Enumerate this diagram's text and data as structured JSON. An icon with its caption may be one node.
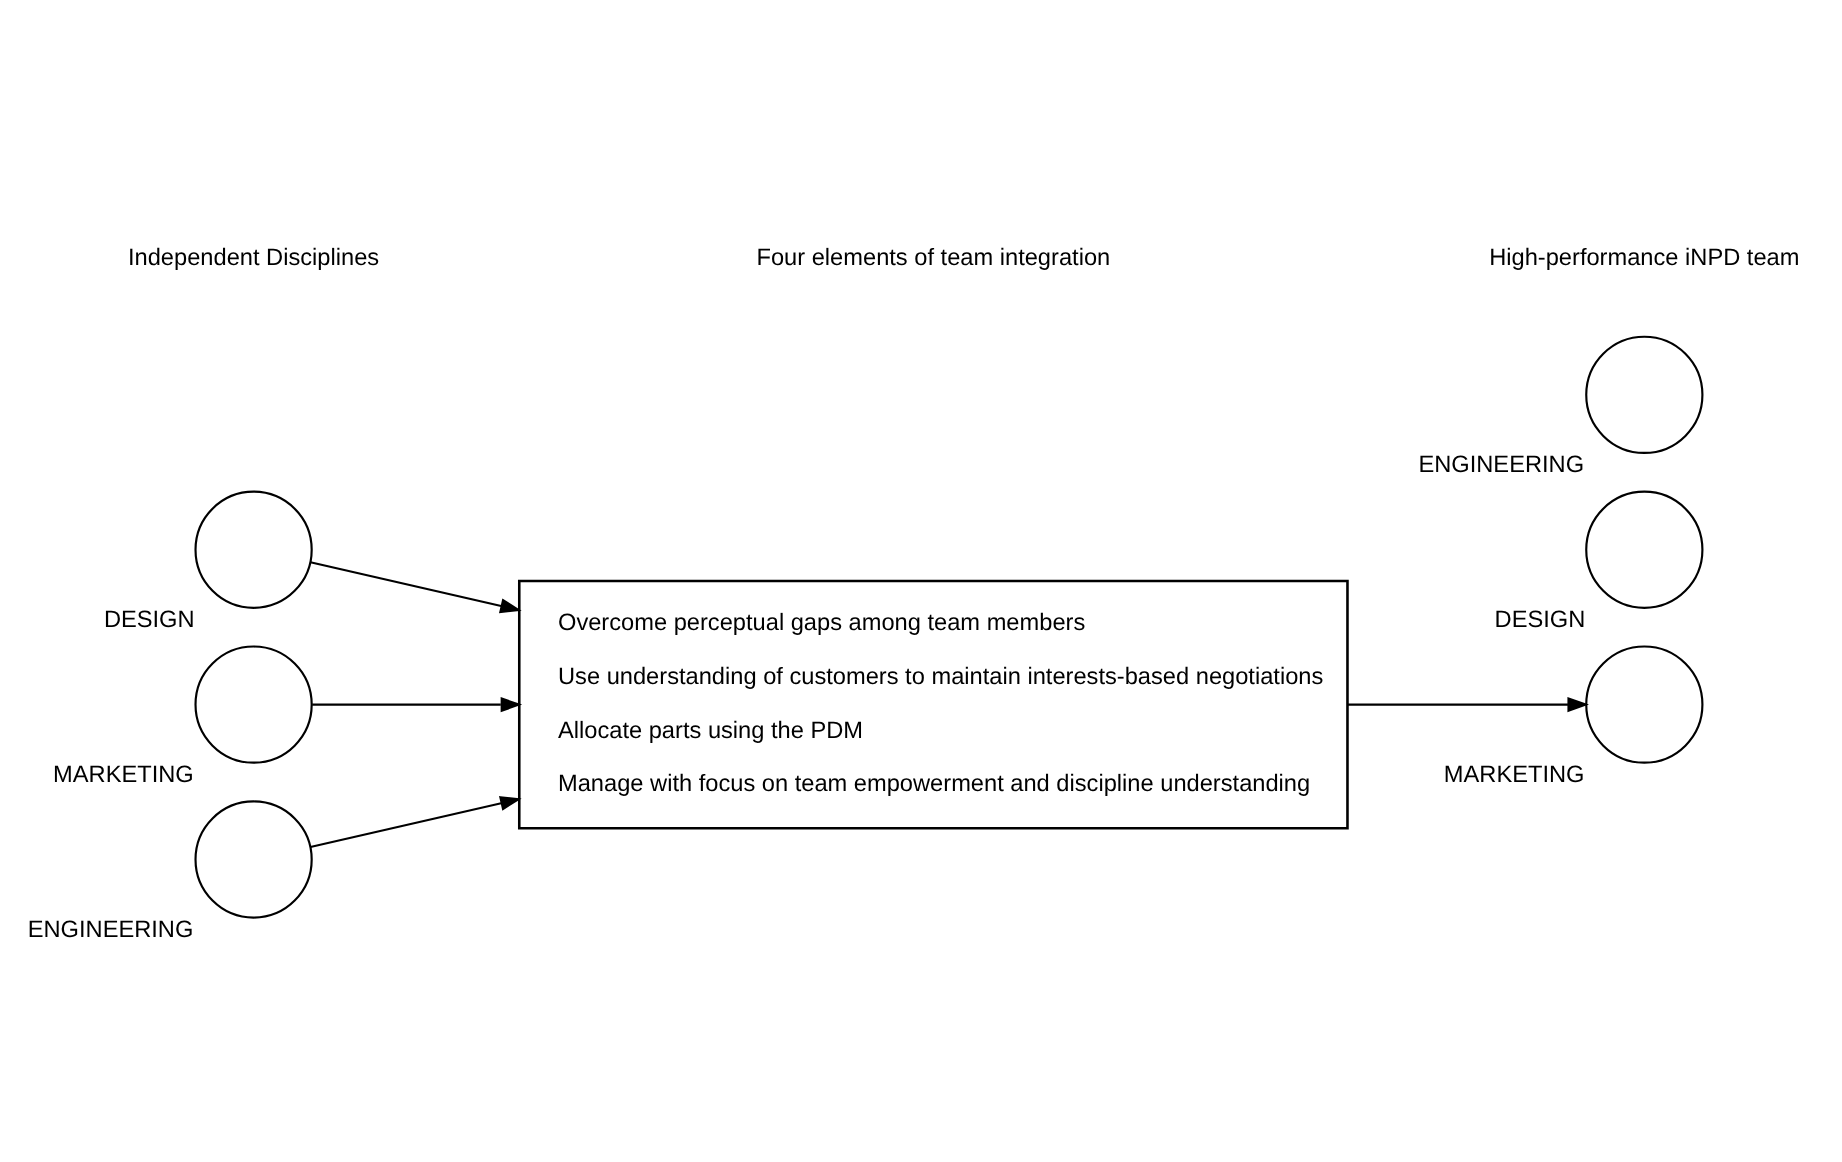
{
  "diagram": {
    "nodes": [
      {
        "text": [],
        "shape": "circle",
        "beside": [
          "DESIGN"
        ]
      },
      {
        "text": [],
        "shape": "circle",
        "beside": [
          "MARKETING"
        ]
      },
      {
        "text": [],
        "shape": "circle",
        "beside": [
          "ENGINEERING"
        ]
      },
      {
        "text": [
          "Overcome perceptual gaps among team members",
          "Use understanding of customers to maintain interests-based negotiations",
          "Allocate parts using the PDM",
          "Manage with focus on team empowerment and discipline understanding"
        ]
      },
      {
        "text": [],
        "shape": "circle",
        "beside": [
          "DESIGN"
        ]
      },
      {
        "text": [],
        "shape": "circle",
        "beside": [
          "MARKETING"
        ]
      },
      {
        "text": [],
        "shape": "circle",
        "beside": [
          "ENGINEERING"
        ]
      }
    ],
    "edges": [
      {
        "from": 0,
        "to": 3,
        "arrow": "to"
      },
      {
        "from": 1,
        "to": 3,
        "arrow": "to"
      },
      {
        "from": 2,
        "to": 3,
        "arrow": "to"
      },
      {
        "from": 3,
        "to": 5,
        "arrow": "to"
      }
    ],
    "labels": [
      "Independent Disciplines",
      "Four elements of team integration",
      "High-performance iNPD team"
    ]
  }
}
